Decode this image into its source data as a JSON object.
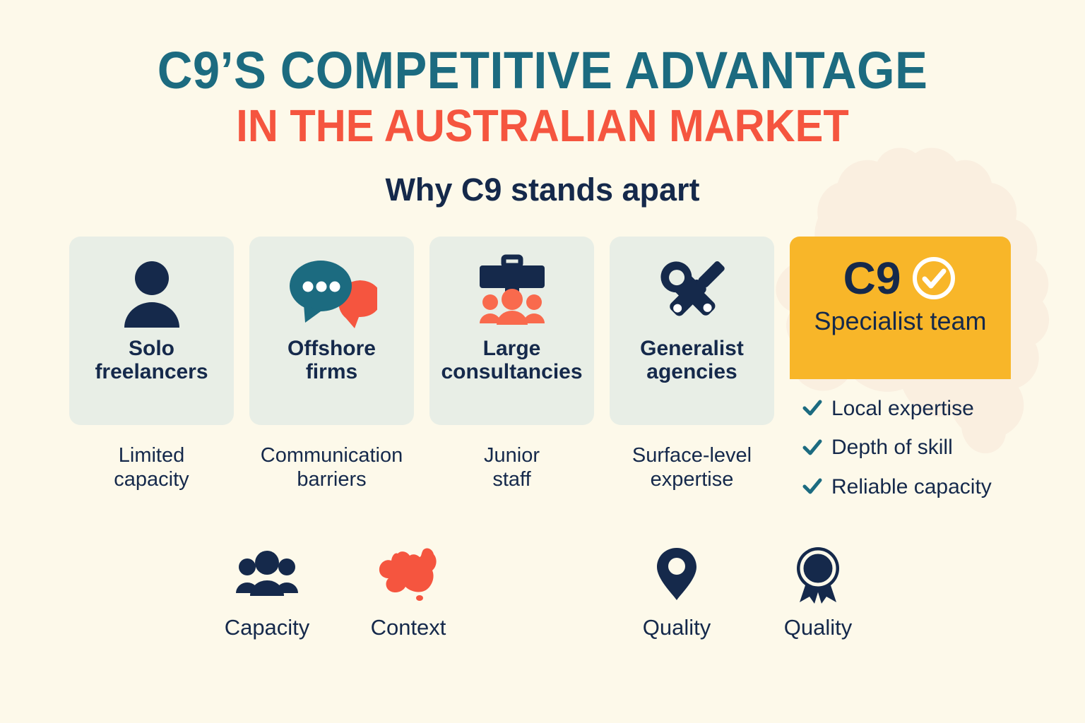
{
  "header": {
    "title_line1": "C9’S COMPETITIVE ADVANTAGE",
    "title_line2": "IN THE AUSTRALIAN MARKET",
    "subtitle": "Why C9 stands apart"
  },
  "colors": {
    "background": "#fdf9ea",
    "title_teal": "#1c6b80",
    "title_red": "#f5553f",
    "navy": "#15294b",
    "card_grey_green": "#e8eee6",
    "highlight_yellow": "#f8b629",
    "teal_accent": "#1c6b80",
    "coral": "#f5553f"
  },
  "comparison": {
    "competitors": [
      {
        "icon": "person-icon",
        "label": "Solo\nfreelancers",
        "caption": "Limited\ncapacity"
      },
      {
        "icon": "speech-bubbles-icon",
        "label": "Offshore\nfirms",
        "caption": "Communication\nbarriers"
      },
      {
        "icon": "briefcase-team-icon",
        "label": "Large\nconsultancies",
        "caption": "Junior\nstaff"
      },
      {
        "icon": "tools-icon",
        "label": "Generalist\nagencies",
        "caption": "Surface-level\nexpertise"
      }
    ],
    "c9": {
      "logo": "C9",
      "check_icon": "circle-check-icon",
      "tagline": "Specialist team",
      "benefits": [
        {
          "icon": "check-icon",
          "label": "Local expertise"
        },
        {
          "icon": "check-icon",
          "label": "Depth of skill"
        },
        {
          "icon": "check-icon",
          "label": "Reliable capacity"
        }
      ]
    }
  },
  "pillars": [
    {
      "icon": "group-people-icon",
      "label": "Capacity"
    },
    {
      "icon": "australia-map-icon",
      "label": "Context"
    },
    {
      "icon": "location-pin-icon",
      "label": "Quality"
    },
    {
      "icon": "award-ribbon-icon",
      "label": "Quality"
    }
  ]
}
